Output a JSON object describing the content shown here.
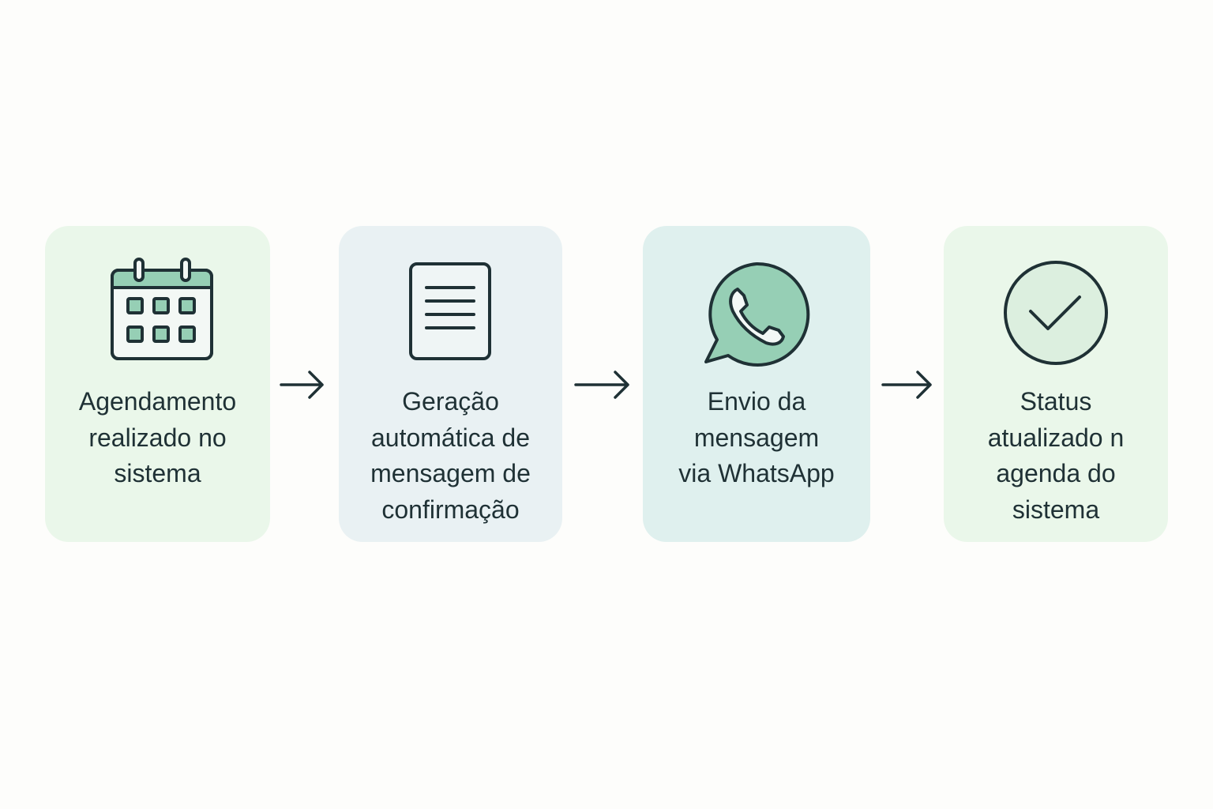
{
  "steps": [
    {
      "label": "Agendamento\nrealizado no\nsistema",
      "icon": "calendar-icon",
      "bg": "#eaf7ea"
    },
    {
      "label": "Geração\nautomática de\nmensagem de\nconfirmação",
      "icon": "document-icon",
      "bg": "#e9f1f3"
    },
    {
      "label": "Envio da\nmensagem\nvia WhatsApp",
      "icon": "whatsapp-icon",
      "bg": "#dff0ee"
    },
    {
      "label": "Status\natualizado n\nagenda do\nsistema",
      "icon": "check-circle-icon",
      "bg": "#eaf7ea"
    }
  ],
  "colors": {
    "accent": "#96cfb5",
    "stroke": "#1f3135"
  }
}
